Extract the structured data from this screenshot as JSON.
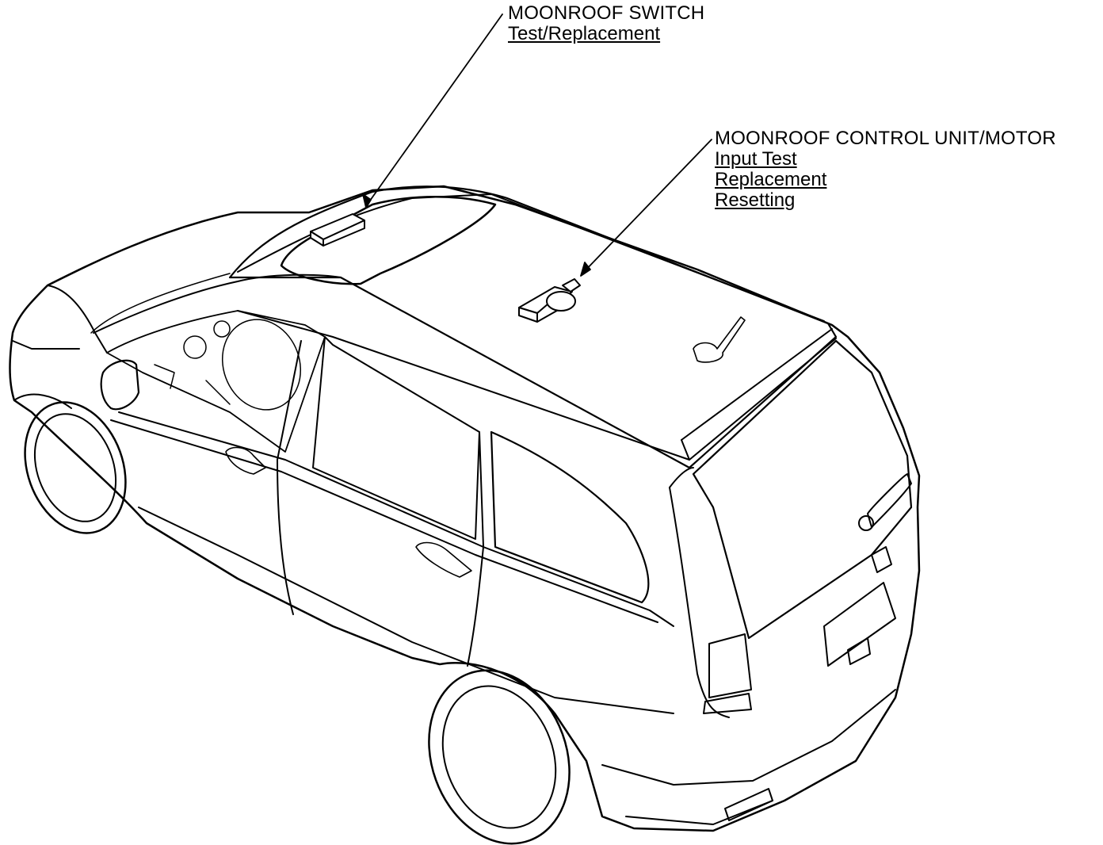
{
  "callouts": {
    "switch": {
      "title": "MOONROOF SWITCH",
      "links": [
        "Test/Replacement"
      ]
    },
    "control_unit": {
      "title": "MOONROOF CONTROL UNIT/MOTOR",
      "links": [
        "Input Test",
        "Replacement",
        "Resetting"
      ]
    }
  },
  "colors": {
    "line": "#000000",
    "background": "#ffffff"
  }
}
